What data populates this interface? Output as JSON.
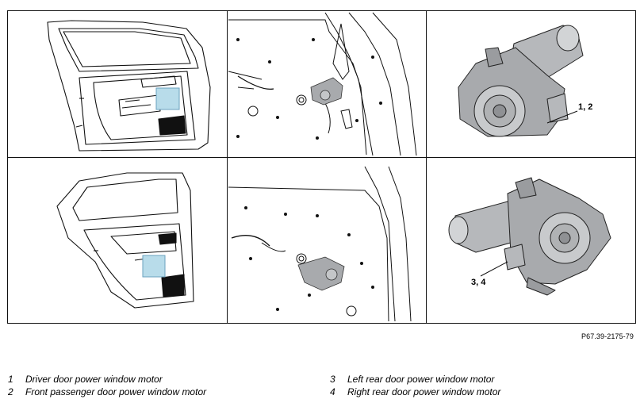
{
  "figure_reference": "P67.39-2175-79",
  "callouts": {
    "front_motor": "1, 2",
    "rear_motor": "3, 4"
  },
  "legend": [
    {
      "number": "1",
      "text": "Driver door power window motor"
    },
    {
      "number": "2",
      "text": "Front passenger door power window motor"
    },
    {
      "number": "3",
      "text": "Left rear door power window motor"
    },
    {
      "number": "4",
      "text": "Right rear door power window motor"
    }
  ],
  "colors": {
    "highlight": "#b8dcea",
    "motor_body": "#a8aaad",
    "line": "#111111"
  }
}
